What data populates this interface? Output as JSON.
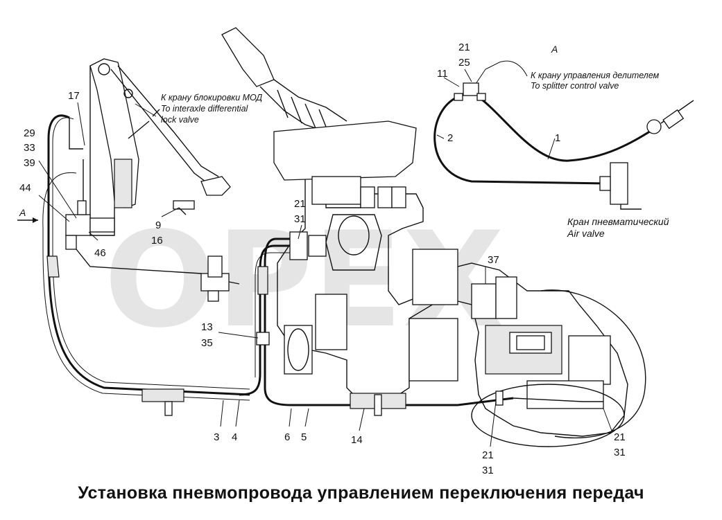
{
  "caption": "Установка пневмопровода управлением переключения передач",
  "watermark": "ОРЕХ",
  "view_marker": "A",
  "notes": {
    "interaxle_ru": "К крану блокировки МОД",
    "interaxle_en_1": "To interaxle differential",
    "interaxle_en_2": "lock valve",
    "splitter_ru": "К крану управления делителем",
    "splitter_en": "To splitter control valve",
    "air_valve_ru": "Кран пневматический",
    "air_valve_en": "Air valve"
  },
  "labels": {
    "l17": "17",
    "l29": "29",
    "l33": "33",
    "l39": "39",
    "l44": "44",
    "l46": "46",
    "l9": "9",
    "l16": "16",
    "l21a": "21",
    "l31a": "31",
    "l21b": "21",
    "l25": "25",
    "l11": "11",
    "l2": "2",
    "l1": "1",
    "l37": "37",
    "l13": "13",
    "l35": "35",
    "l3": "3",
    "l4": "4",
    "l6": "6",
    "l5": "5",
    "l14": "14",
    "l21c": "21",
    "l31c": "31",
    "l21d": "21",
    "l31d": "31"
  }
}
